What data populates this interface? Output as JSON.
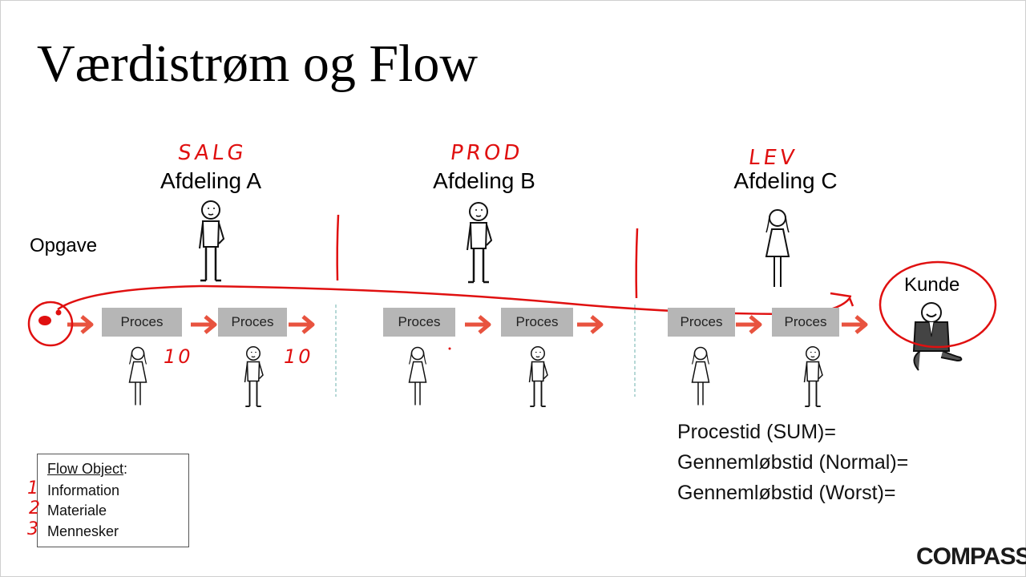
{
  "title": "Værdistrøm og Flow",
  "departments": [
    {
      "name": "Afdeling A",
      "annotation": "SALG"
    },
    {
      "name": "Afdeling B",
      "annotation": "PROD"
    },
    {
      "name": "Afdeling C",
      "annotation": "LEV"
    }
  ],
  "start_label": "Opgave",
  "customer_label": "Kunde",
  "processes": [
    "Proces",
    "Proces",
    "Proces",
    "Proces",
    "Proces",
    "Proces"
  ],
  "handwritten_numbers": [
    "10",
    "10"
  ],
  "formulas": [
    "Procestid (SUM)=",
    "Gennemløbstid (Normal)=",
    "Gennemløbstid (Worst)="
  ],
  "legend": {
    "heading": "Flow Object",
    "heading_suffix": ":",
    "items": [
      "Information",
      "Materiale",
      "Mennesker"
    ],
    "item_numbers": [
      "1",
      "2",
      "3"
    ]
  },
  "logo": "COMPASS",
  "colors": {
    "annotation": "#e01010",
    "arrow": "#e8533f",
    "process_box": "#b6b6b6",
    "divider": "#9ecbc8"
  }
}
